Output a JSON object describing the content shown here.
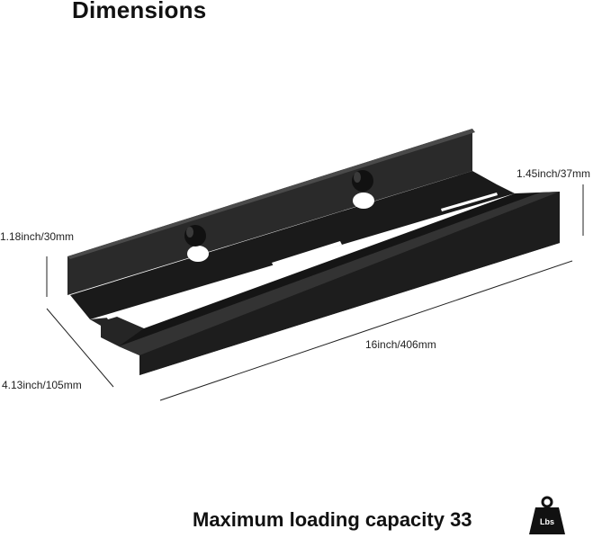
{
  "header": {
    "title": "Dimensions"
  },
  "dimensions": {
    "height_left": "1.18inch/30mm",
    "height_right": "1.45inch/37mm",
    "length": "16inch/406mm",
    "depth": "4.13inch/105mm"
  },
  "footer": {
    "capacity_text": "Maximum loading capacity 33",
    "weight_icon_label": "Lbs"
  },
  "icons": {
    "weight": "weight-icon"
  },
  "colors": {
    "product": "#1c1c1c",
    "product_light": "#3a3a3a",
    "lines": "#222222",
    "background": "#ffffff"
  }
}
